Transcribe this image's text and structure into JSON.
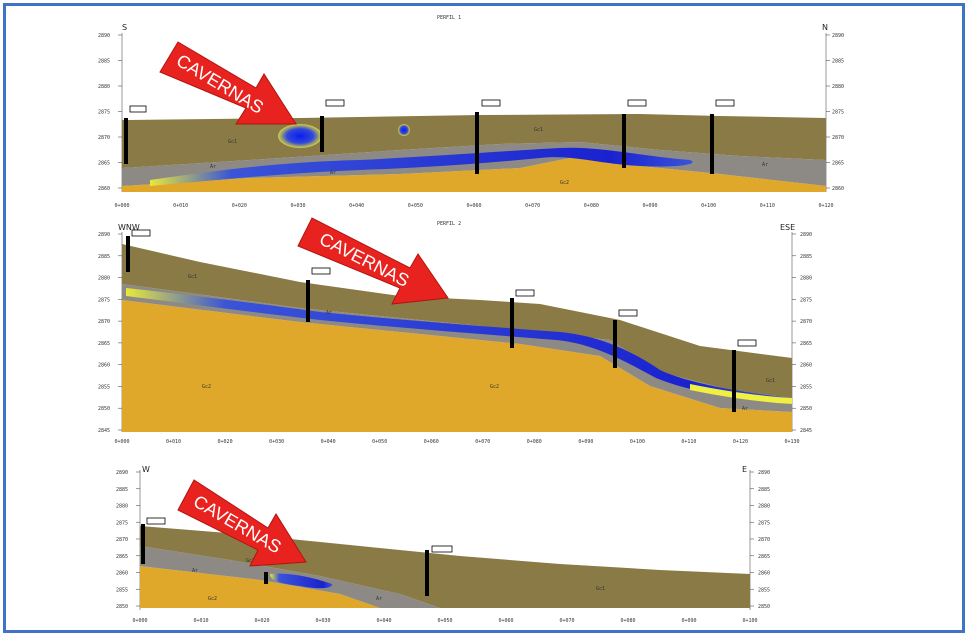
{
  "colors": {
    "frame": "#3f74c4",
    "gc1": "#8a7a45",
    "gc2": "#e0a82b",
    "ar": "#8d8a86",
    "cavity": "#1f2fd6",
    "lens": "#e8e83a",
    "arrow": "#e8231f"
  },
  "callout_text": "CAVERNAS",
  "profiles": [
    {
      "title": "PERFIL 1",
      "left_dir": "S",
      "right_dir": "N",
      "y_ticks": [
        "2890",
        "2885",
        "2880",
        "2875",
        "2870",
        "2865",
        "2860"
      ],
      "x_ticks": [
        "0+000",
        "0+010",
        "0+020",
        "0+030",
        "0+040",
        "0+050",
        "0+060",
        "0+070",
        "0+080",
        "0+090",
        "0+100",
        "0+110",
        "0+120"
      ],
      "labels": {
        "gc1_a": "Gc1",
        "gc1_b": "Gc1",
        "ar_a": "Ar",
        "ar_b": "Ar",
        "ar_c": "Ar",
        "gc2": "Gc2"
      }
    },
    {
      "title": "PERFIL 2",
      "left_dir": "WNW",
      "right_dir": "ESE",
      "y_ticks": [
        "2890",
        "2885",
        "2880",
        "2875",
        "2870",
        "2865",
        "2860",
        "2855",
        "2850",
        "2845"
      ],
      "x_ticks": [
        "0+000",
        "0+010",
        "0+020",
        "0+030",
        "0+040",
        "0+050",
        "0+060",
        "0+070",
        "0+080",
        "0+090",
        "0+100",
        "0+110",
        "0+120",
        "0+130"
      ],
      "labels": {
        "gc1_a": "Gc1",
        "gc1_b": "Gc1",
        "ar_a": "Ar",
        "ar_b": "Ar",
        "gc2_a": "Gc2",
        "gc2_b": "Gc2"
      }
    },
    {
      "title": "",
      "left_dir": "W",
      "right_dir": "E",
      "y_ticks": [
        "2890",
        "2885",
        "2880",
        "2875",
        "2870",
        "2865",
        "2860",
        "2855",
        "2850"
      ],
      "x_ticks": [
        "0+000",
        "0+010",
        "0+020",
        "0+030",
        "0+040",
        "0+050",
        "0+060",
        "0+070",
        "0+080",
        "0+090",
        "0+100"
      ],
      "labels": {
        "gc1_a": "Gc1",
        "gc1_b": "Gc1",
        "ar_a": "Ar",
        "ar_b": "Ar",
        "gc2": "Gc2"
      }
    }
  ]
}
